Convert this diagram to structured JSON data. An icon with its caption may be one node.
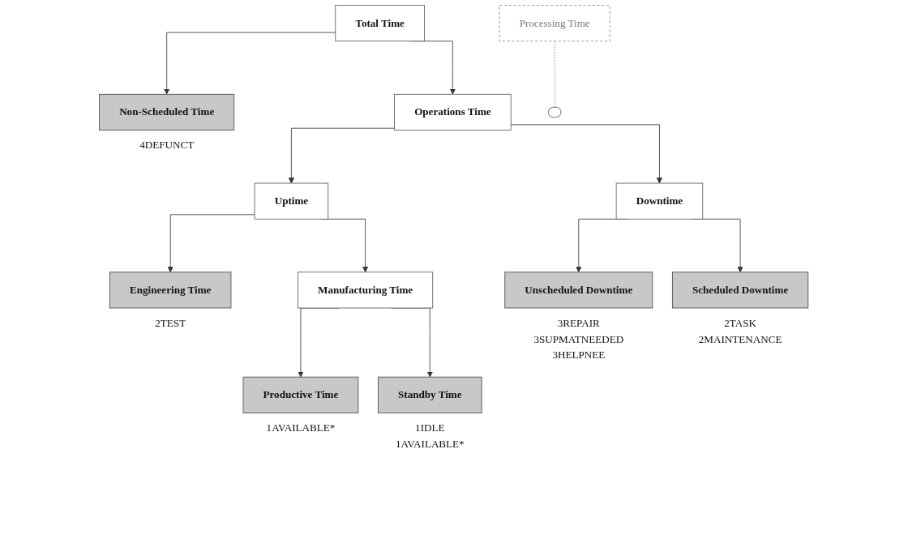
{
  "diagram": {
    "nodes": [
      {
        "text": [
          "Total Time"
        ]
      },
      {
        "text": [
          "Non-Scheduled Time"
        ],
        "beside": [
          "4DEFUNCT"
        ]
      },
      {
        "text": [
          "Operations Time"
        ]
      },
      {
        "text": [
          "Uptime"
        ]
      },
      {
        "text": [
          "Downtime"
        ]
      },
      {
        "text": [
          "Processing Time"
        ]
      },
      {
        "text": [],
        "shape": "ellipse"
      },
      {
        "text": [
          "Engineering Time"
        ],
        "beside": [
          "2TEST"
        ]
      },
      {
        "text": [
          "Manufacturing Time"
        ]
      },
      {
        "text": [
          "Unscheduled Downtime"
        ],
        "beside": [
          "3REPAIR",
          "3SUPMATNEEDED",
          "3HELPNEE"
        ]
      },
      {
        "text": [
          "Scheduled Downtime"
        ],
        "beside": [
          "2TASK",
          "2MAINTENANCE"
        ]
      },
      {
        "text": [
          "Productive Time"
        ],
        "beside": [
          "1AVAILABLE*"
        ]
      },
      {
        "text": [
          "Standby Time"
        ],
        "beside": [
          "1IDLE",
          "1AVAILABLE*"
        ]
      }
    ],
    "edges": [
      {
        "from": 0,
        "to": 1,
        "arrow": "to"
      },
      {
        "from": 0,
        "to": 2,
        "arrow": "to"
      },
      {
        "from": 2,
        "to": 3,
        "arrow": "to"
      },
      {
        "from": 2,
        "to": 4,
        "arrow": "to"
      },
      {
        "from": 3,
        "to": 7,
        "arrow": "to"
      },
      {
        "from": 3,
        "to": 8,
        "arrow": "to"
      },
      {
        "from": 4,
        "to": 9,
        "arrow": "to"
      },
      {
        "from": 4,
        "to": 10,
        "arrow": "to"
      },
      {
        "from": 8,
        "to": 11,
        "arrow": "to"
      },
      {
        "from": 8,
        "to": 12,
        "arrow": "to"
      },
      {
        "from": 5,
        "to": 6,
        "arrow": "none",
        "style": "dashed",
        "color": "#888888"
      }
    ]
  }
}
